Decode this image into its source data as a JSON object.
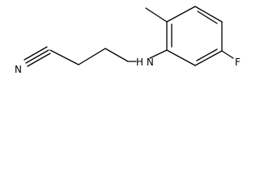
{
  "molecule": {
    "atoms": {
      "nitrogen_nitrile": "N",
      "amine": "H N",
      "fluorine": "F"
    },
    "bond_color": "#000000",
    "background": "#ffffff"
  }
}
